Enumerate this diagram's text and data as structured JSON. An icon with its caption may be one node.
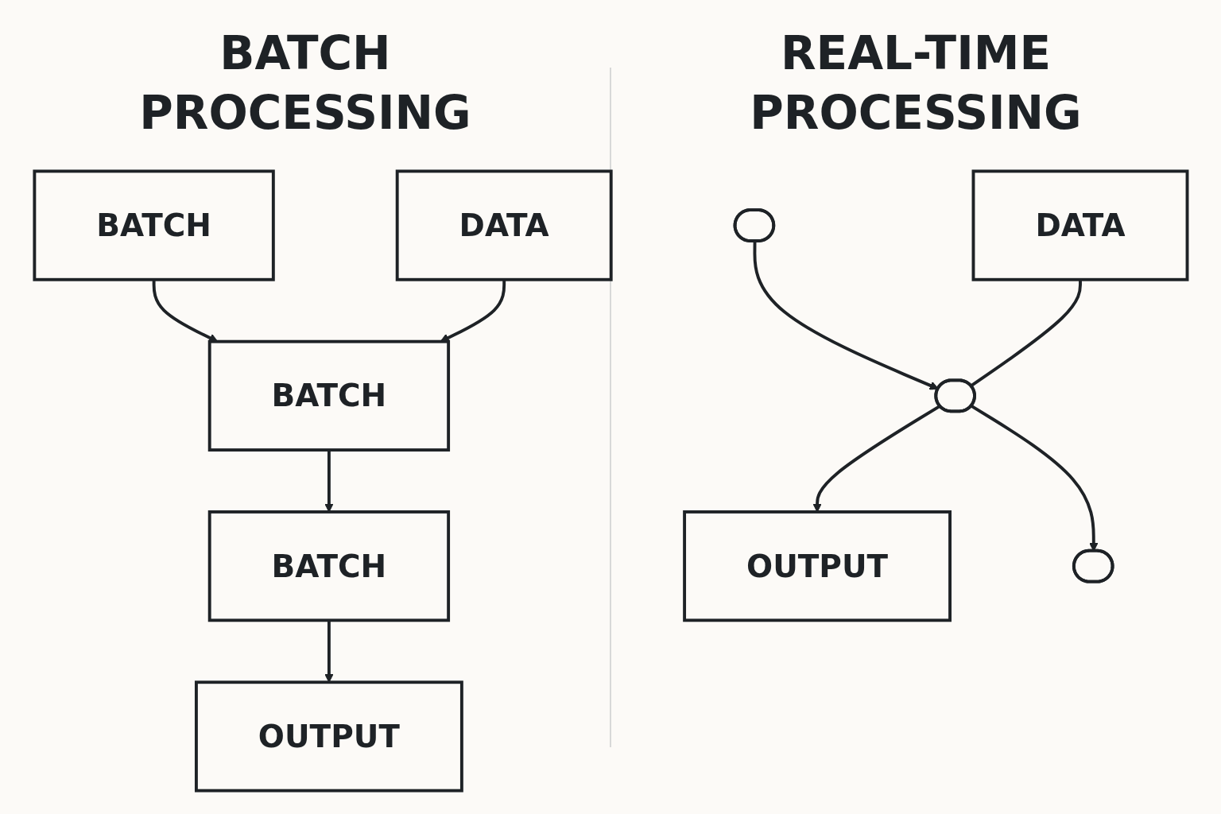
{
  "diagram": {
    "nodes": [
      {
        "text": [
          "BATCH"
        ]
      },
      {
        "text": [
          "DATA"
        ]
      },
      {
        "text": [
          "BATCH"
        ]
      },
      {
        "text": [
          "BATCH"
        ]
      },
      {
        "text": [
          "OUTPUT"
        ]
      },
      {
        "text": [],
        "shape": "stadium"
      },
      {
        "text": [
          "DATA"
        ]
      },
      {
        "text": [],
        "shape": "stadium"
      },
      {
        "text": [
          "OUTPUT"
        ]
      },
      {
        "text": [],
        "shape": "stadium"
      }
    ],
    "edges": [
      {
        "from": 0,
        "to": 2,
        "arrow": "to"
      },
      {
        "from": 1,
        "to": 2,
        "arrow": "to"
      },
      {
        "from": 2,
        "to": 3,
        "arrow": "to"
      },
      {
        "from": 3,
        "to": 4,
        "arrow": "to"
      },
      {
        "from": 5,
        "to": 7,
        "arrow": "to"
      },
      {
        "from": 6,
        "to": 7,
        "arrow": "none"
      },
      {
        "from": 7,
        "to": 8,
        "arrow": "to"
      },
      {
        "from": 7,
        "to": 9,
        "arrow": "to"
      }
    ],
    "labels": [
      "BATCH PROCESSING",
      "REAL-TIME PROCESSING"
    ]
  }
}
